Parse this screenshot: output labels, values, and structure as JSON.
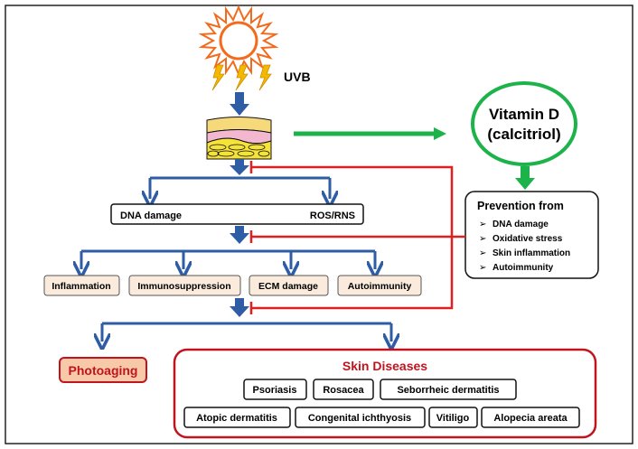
{
  "uv_label": "UVB",
  "vitamin_d": {
    "name": "Vitamin D",
    "form": "(calcitriol)"
  },
  "prevention": {
    "title": "Prevention from",
    "items": [
      "DNA damage",
      "Oxidative stress",
      "Skin inflammation",
      "Autoimmunity"
    ]
  },
  "damage": {
    "left": "DNA damage",
    "right": "ROS/RNS"
  },
  "effects": [
    "Inflammation",
    "Immunosuppression",
    "ECM damage",
    "Autoimmunity"
  ],
  "photoaging": "Photoaging",
  "skin_diseases": {
    "title": "Skin Diseases",
    "row1": [
      "Psoriasis",
      "Rosacea",
      "Seborrheic dermatitis"
    ],
    "row2": [
      "Atopic dermatitis",
      "Congenital ichthyosis",
      "Vitiligo",
      "Alopecia areata"
    ]
  },
  "colors": {
    "flow_blue": "#2E5DA6",
    "inhibit_red": "#E02020",
    "vitamin_green": "#1DB34A",
    "sun_orange": "#F26B1D",
    "bolt_yellow": "#F5B800",
    "photoaging_fill": "#F8C9A8",
    "effect_fill": "#FBEBDD",
    "disease_border": "#C0141E"
  }
}
